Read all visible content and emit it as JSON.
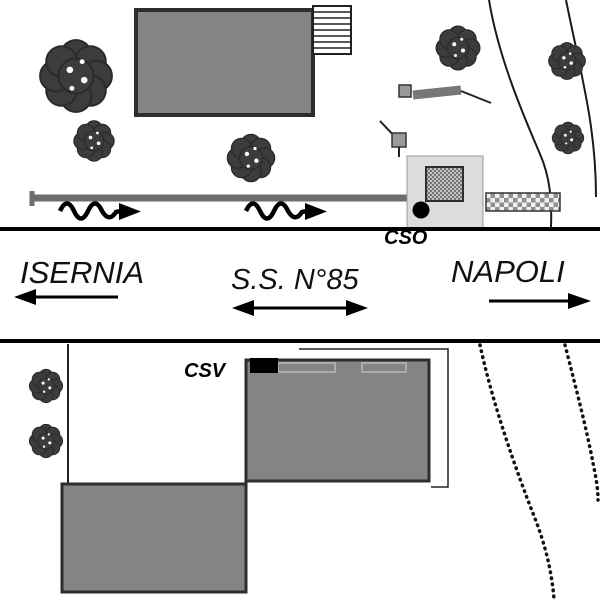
{
  "map": {
    "road": {
      "name": "S.S. N°85",
      "left_destination": "ISERNIA",
      "right_destination": "NAPOLI"
    },
    "stations": {
      "cso_label": "CSO",
      "csv_label": "CSV"
    },
    "colors": {
      "building_fill": "#848484",
      "building_border": "#2e2e2e",
      "pipe": "#6e6e6e",
      "equipment_box_fill": "#dcdcdc",
      "equipment_square_fill": "#9a9a9a",
      "tree": "#3c3c3c",
      "ink": "#000000"
    }
  }
}
